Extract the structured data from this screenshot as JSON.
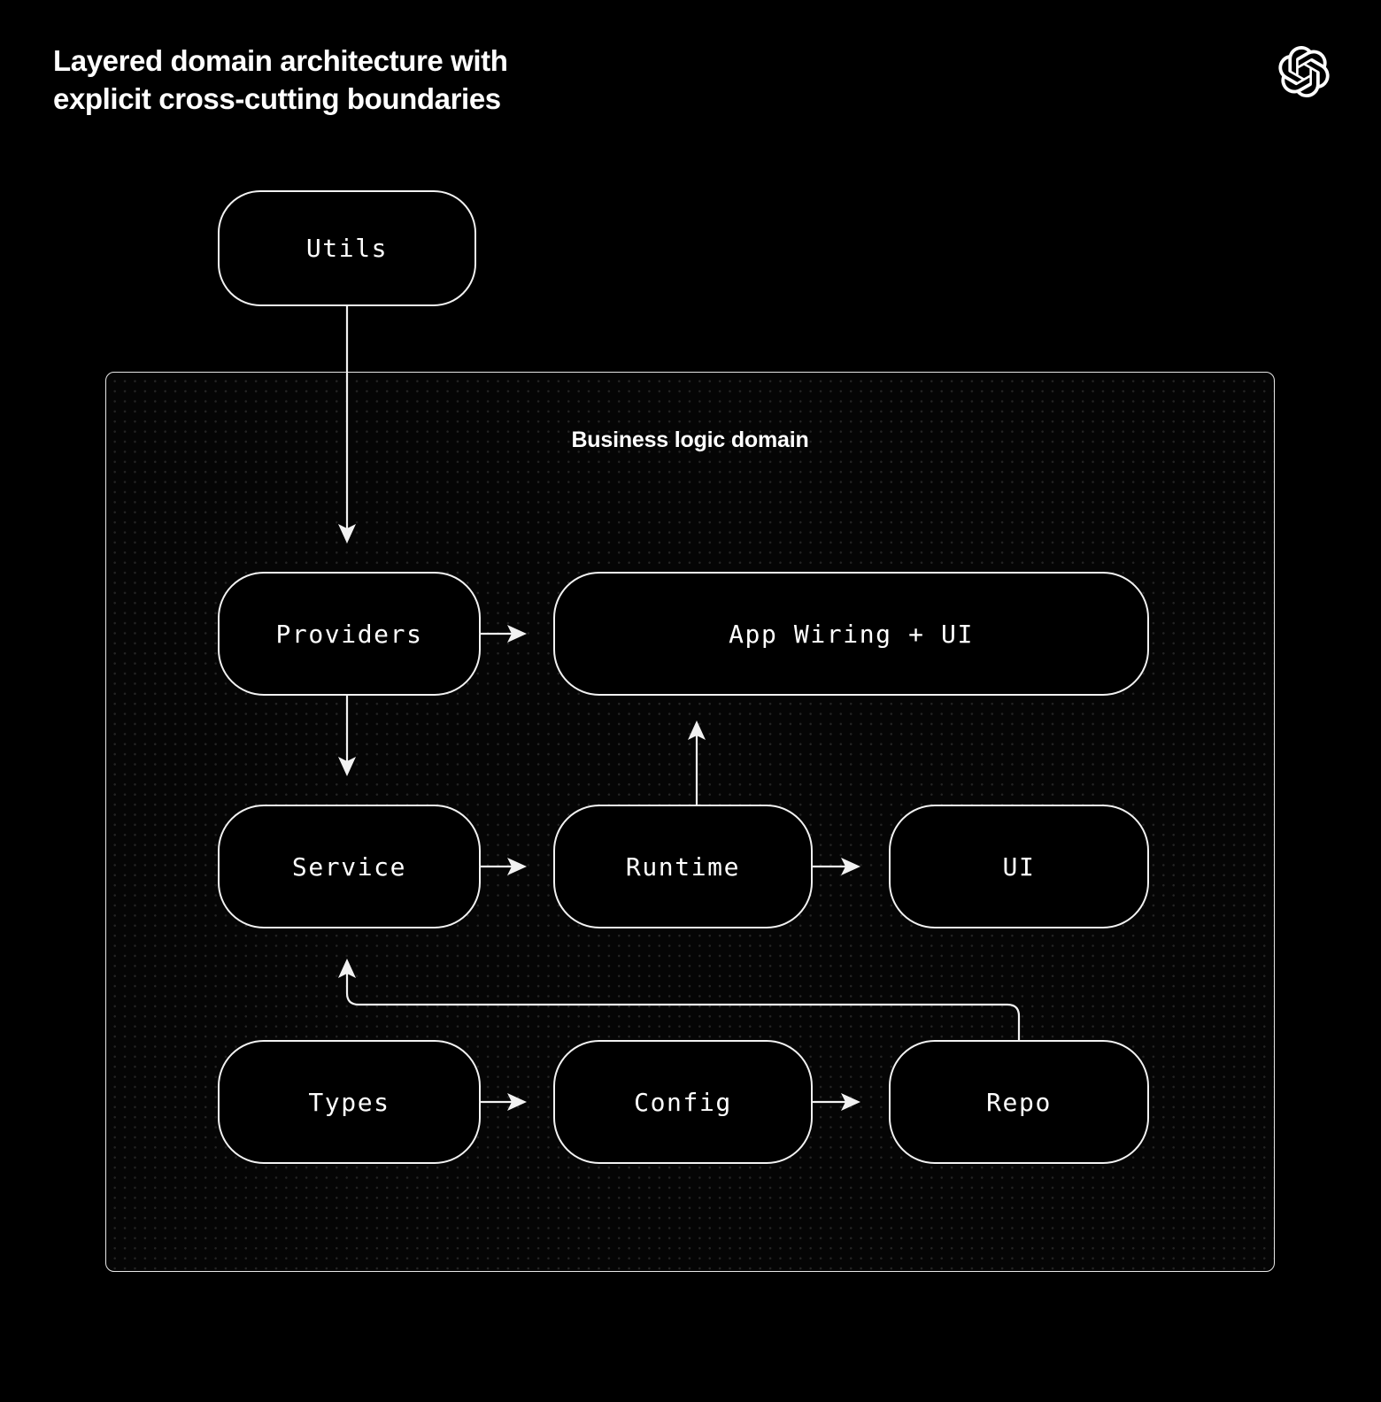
{
  "header": {
    "title": "Layered domain architecture with\nexplicit cross-cutting boundaries",
    "logo_icon": "openai-logo-icon"
  },
  "diagram": {
    "type": "layered-architecture-flow",
    "background_color": "#000000",
    "stroke_color": "#f2f2f2",
    "text_color": "#ffffff",
    "container": {
      "label": "Business logic domain",
      "fill_pattern": "dotted-grid",
      "dot_color": "#242424",
      "border_color": "#e8e8e8"
    },
    "nodes": [
      {
        "id": "utils",
        "label": "Utils",
        "inside_container": false
      },
      {
        "id": "providers",
        "label": "Providers",
        "inside_container": true
      },
      {
        "id": "appwiring",
        "label": "App Wiring + UI",
        "inside_container": true
      },
      {
        "id": "service",
        "label": "Service",
        "inside_container": true
      },
      {
        "id": "runtime",
        "label": "Runtime",
        "inside_container": true
      },
      {
        "id": "ui",
        "label": "UI",
        "inside_container": true
      },
      {
        "id": "types",
        "label": "Types",
        "inside_container": true
      },
      {
        "id": "config",
        "label": "Config",
        "inside_container": true
      },
      {
        "id": "repo",
        "label": "Repo",
        "inside_container": true
      }
    ],
    "edges": [
      {
        "from": "utils",
        "to": "providers",
        "direction": "down",
        "style": "straight"
      },
      {
        "from": "providers",
        "to": "appwiring",
        "direction": "right",
        "style": "straight"
      },
      {
        "from": "providers",
        "to": "service",
        "direction": "down",
        "style": "straight"
      },
      {
        "from": "service",
        "to": "runtime",
        "direction": "right",
        "style": "straight"
      },
      {
        "from": "runtime",
        "to": "ui",
        "direction": "right",
        "style": "straight"
      },
      {
        "from": "runtime",
        "to": "appwiring",
        "direction": "up",
        "style": "straight"
      },
      {
        "from": "types",
        "to": "config",
        "direction": "right",
        "style": "straight"
      },
      {
        "from": "config",
        "to": "repo",
        "direction": "right",
        "style": "straight"
      },
      {
        "from": "repo",
        "to": "service",
        "direction": "up",
        "style": "elbow"
      }
    ]
  }
}
